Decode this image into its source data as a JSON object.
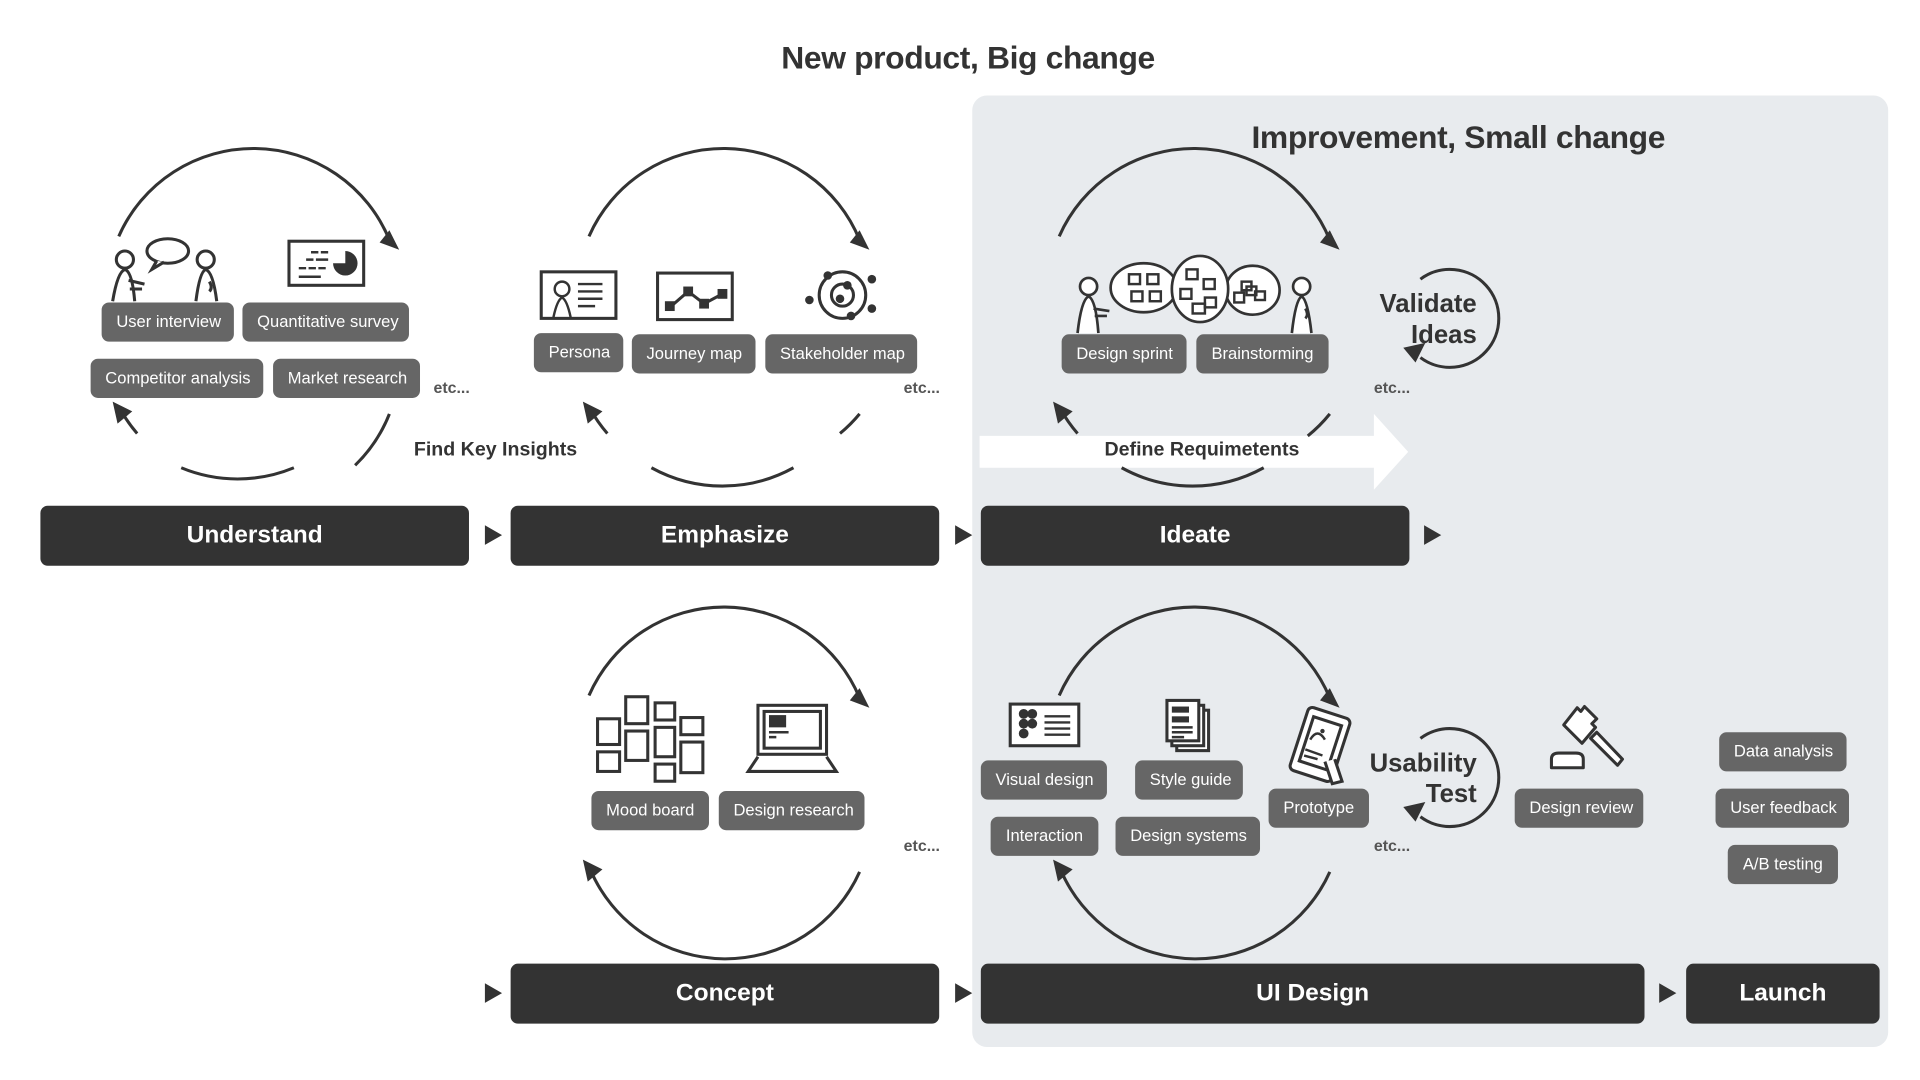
{
  "titles": {
    "main": "New product, Big change",
    "sub": "Improvement, Small change"
  },
  "colors": {
    "bar": "#333333",
    "chip": "#666666",
    "panel": "#e8ebee",
    "text": "#333333"
  },
  "stages": {
    "understand": "Understand",
    "emphasize": "Emphasize",
    "ideate": "Ideate",
    "concept": "Concept",
    "ui_design": "UI Design",
    "launch": "Launch"
  },
  "arrows": {
    "find_key_insights": "Find Key Insights",
    "define_requirements": "Define Requimetents"
  },
  "understand": {
    "chips": [
      "User interview",
      "Quantitative survey",
      "Competitor analysis",
      "Market research"
    ],
    "etc": "etc...",
    "icons": [
      "user-interview-icon",
      "survey-chart-icon"
    ]
  },
  "emphasize": {
    "chips": [
      "Persona",
      "Journey map",
      "Stakeholder map"
    ],
    "etc": "etc...",
    "icons": [
      "persona-card-icon",
      "journey-map-icon",
      "stakeholder-map-icon"
    ]
  },
  "ideate": {
    "chips": [
      "Design sprint",
      "Brainstorming"
    ],
    "etc": "etc...",
    "cycle_label": [
      "Validate",
      "Ideas"
    ],
    "icons": [
      "brainstorm-people-icon"
    ]
  },
  "concept": {
    "chips": [
      "Mood board",
      "Design research"
    ],
    "etc": "etc...",
    "icons": [
      "mood-board-icon",
      "laptop-icon"
    ]
  },
  "ui_design": {
    "chips": [
      "Visual design",
      "Style guide",
      "Interaction",
      "Design systems",
      "Prototype",
      "Design review"
    ],
    "etc": "etc...",
    "cycle_label": [
      "Usability",
      "Test"
    ],
    "icons": [
      "figma-card-icon",
      "style-guide-icon",
      "prototype-phone-icon",
      "gavel-icon"
    ]
  },
  "launch": {
    "chips": [
      "Data analysis",
      "User feedback",
      "A/B testing"
    ]
  }
}
